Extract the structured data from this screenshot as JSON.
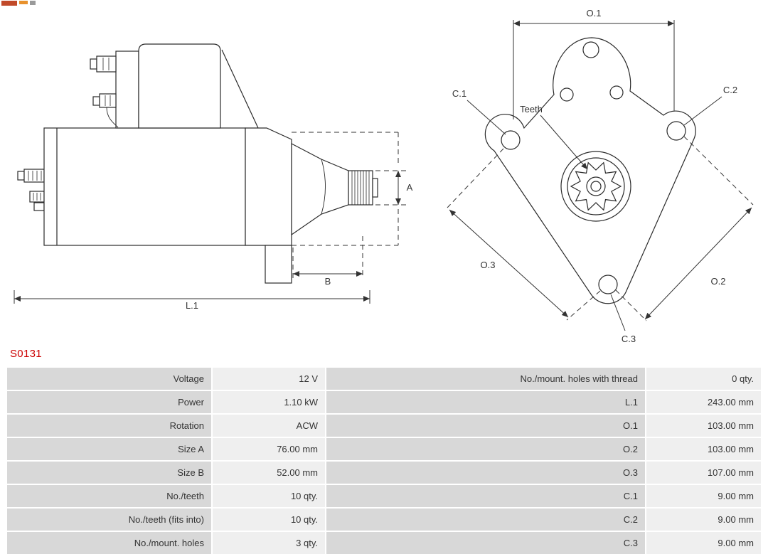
{
  "logo": {
    "name": "aspl-logo-fragment",
    "colors": [
      "#c14a2a",
      "#e8912d",
      "#9a9a9a"
    ]
  },
  "part_number": "S0131",
  "diagram": {
    "labels": {
      "a": "A",
      "b": "B",
      "l1": "L.1",
      "o1": "O.1",
      "o2": "O.2",
      "o3": "O.3",
      "c1": "C.1",
      "c2": "C.2",
      "c3": "C.3",
      "teeth": "Teeth"
    }
  },
  "table": {
    "left": [
      {
        "label": "Voltage",
        "value": "12 V"
      },
      {
        "label": "Power",
        "value": "1.10 kW"
      },
      {
        "label": "Rotation",
        "value": "ACW"
      },
      {
        "label": "Size A",
        "value": "76.00 mm"
      },
      {
        "label": "Size B",
        "value": "52.00 mm"
      },
      {
        "label": "No./teeth",
        "value": "10 qty."
      },
      {
        "label": "No./teeth (fits into)",
        "value": "10 qty."
      },
      {
        "label": "No./mount. holes",
        "value": "3 qty."
      }
    ],
    "right": [
      {
        "label": "No./mount. holes with thread",
        "value": "0 qty."
      },
      {
        "label": "L.1",
        "value": "243.00 mm"
      },
      {
        "label": "O.1",
        "value": "103.00 mm"
      },
      {
        "label": "O.2",
        "value": "103.00 mm"
      },
      {
        "label": "O.3",
        "value": "107.00 mm"
      },
      {
        "label": "C.1",
        "value": "9.00 mm"
      },
      {
        "label": "C.2",
        "value": "9.00 mm"
      },
      {
        "label": "C.3",
        "value": "9.00 mm"
      }
    ]
  },
  "colors": {
    "part_number": "#cc0000",
    "label_cell": "#d8d8d8",
    "value_cell": "#efefef",
    "diagram_line": "#2a2a2a",
    "text": "#333333"
  }
}
